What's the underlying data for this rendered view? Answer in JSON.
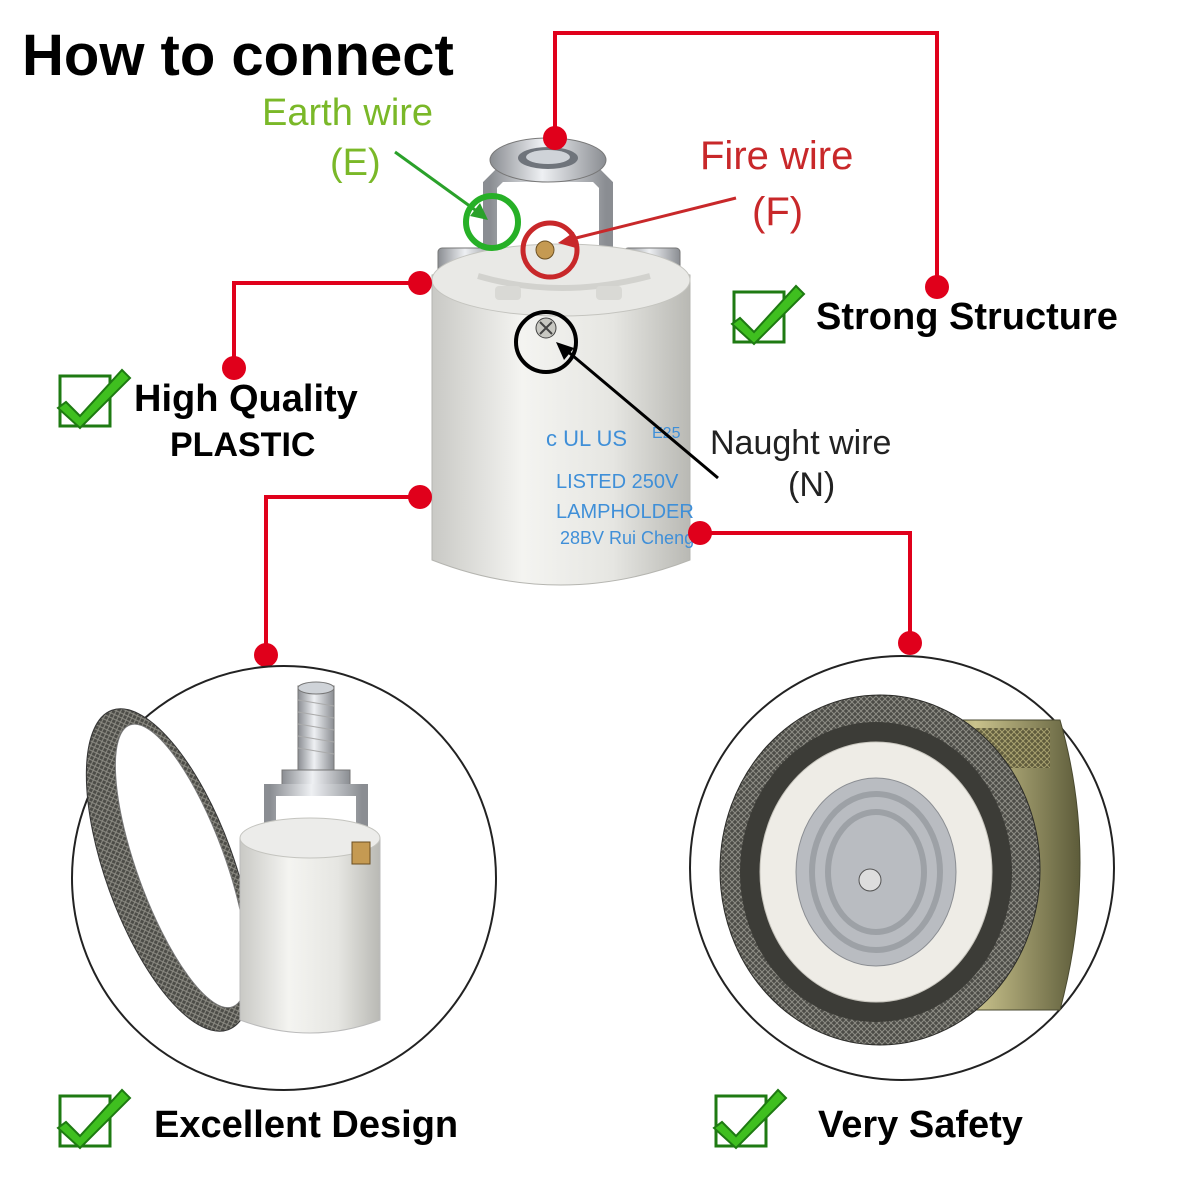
{
  "title": "How to connect",
  "wires": {
    "earth": {
      "label": "Earth wire",
      "code": "(E)"
    },
    "fire": {
      "label": "Fire wire",
      "code": "(F)"
    },
    "neutral": {
      "label": "Naught wire",
      "code": "(N)"
    }
  },
  "features": {
    "strong_structure": "Strong Structure",
    "high_quality_line1": "High Quality",
    "high_quality_line2": "PLASTIC",
    "excellent_design": "Excellent Design",
    "very_safety": "Very Safety"
  },
  "socket_print": {
    "line1": "c UL US",
    "line2": "E25",
    "line3": "LISTED 250V",
    "line4": "LAMPHOLDER",
    "line5": "28BV Rui Cheng"
  },
  "colors": {
    "connector_red": "#e0001b",
    "earth_green": "#7ab828",
    "fire_red": "#c8282a",
    "check_green": "#3fbf1f",
    "print_blue": "#3f8fd8"
  }
}
